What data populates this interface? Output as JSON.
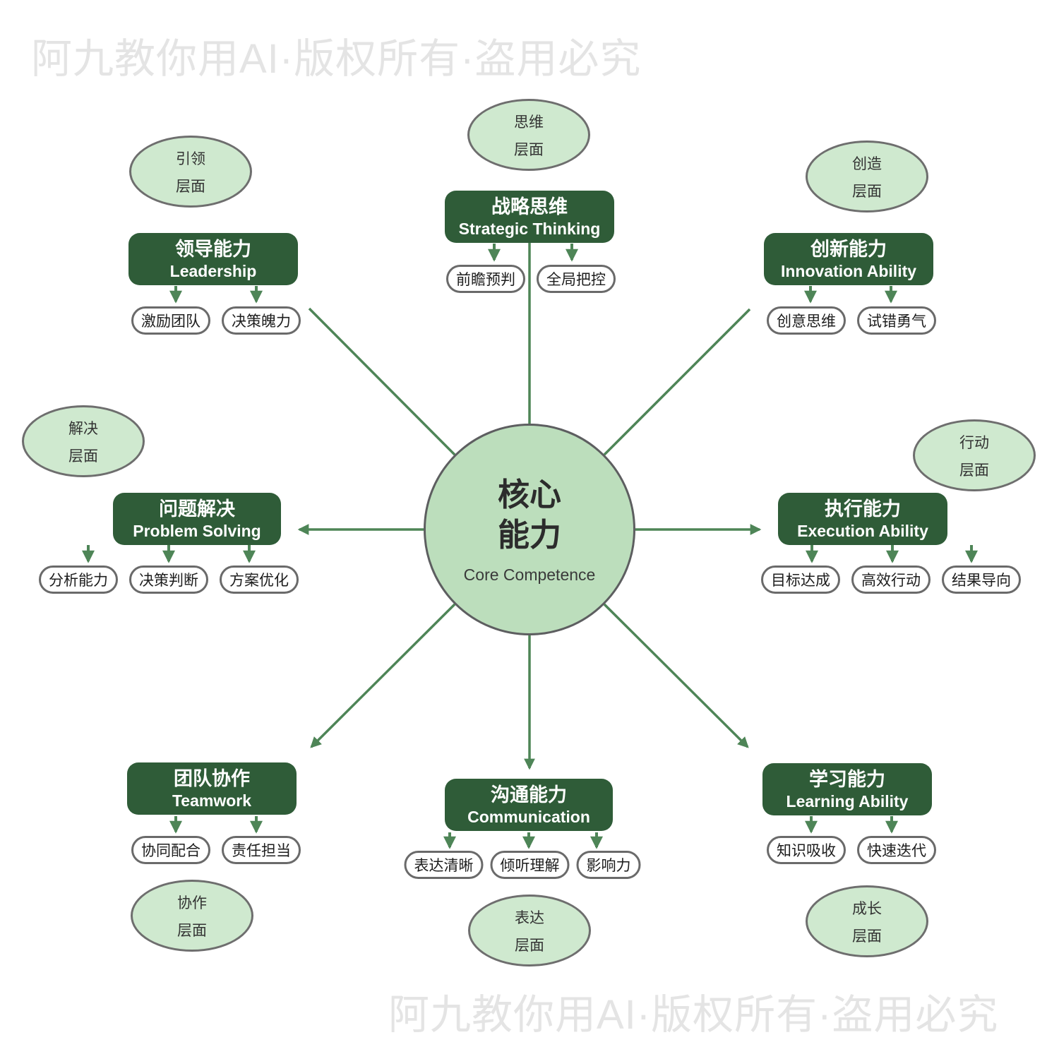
{
  "watermarks": {
    "top": "阿九教你用AI·版权所有·盗用必究",
    "bottom": "阿九教你用AI·版权所有·盗用必究"
  },
  "center": {
    "title_line1": "核心",
    "title_line2": "能力",
    "subtitle": "Core Competence"
  },
  "branches": [
    {
      "title_zh": "领导能力",
      "title_en": "Leadership",
      "layer": {
        "line1": "引领",
        "line2": "层面"
      },
      "children": [
        "激励团队",
        "决策魄力"
      ]
    },
    {
      "title_zh": "战略思维",
      "title_en": "Strategic Thinking",
      "layer": {
        "line1": "思维",
        "line2": "层面"
      },
      "children": [
        "前瞻预判",
        "全局把控"
      ]
    },
    {
      "title_zh": "创新能力",
      "title_en": "Innovation Ability",
      "layer": {
        "line1": "创造",
        "line2": "层面"
      },
      "children": [
        "创意思维",
        "试错勇气"
      ]
    },
    {
      "title_zh": "问题解决",
      "title_en": "Problem Solving",
      "layer": {
        "line1": "解决",
        "line2": "层面"
      },
      "children": [
        "分析能力",
        "决策判断",
        "方案优化"
      ]
    },
    {
      "title_zh": "执行能力",
      "title_en": "Execution Ability",
      "layer": {
        "line1": "行动",
        "line2": "层面"
      },
      "children": [
        "目标达成",
        "高效行动",
        "结果导向"
      ]
    },
    {
      "title_zh": "团队协作",
      "title_en": "Teamwork",
      "layer": {
        "line1": "协作",
        "line2": "层面"
      },
      "children": [
        "协同配合",
        "责任担当"
      ]
    },
    {
      "title_zh": "沟通能力",
      "title_en": "Communication",
      "layer": {
        "line1": "表达",
        "line2": "层面"
      },
      "children": [
        "表达清晰",
        "倾听理解",
        "影响力"
      ]
    },
    {
      "title_zh": "学习能力",
      "title_en": "Learning Ability",
      "layer": {
        "line1": "成长",
        "line2": "层面"
      },
      "children": [
        "知识吸收",
        "快速迭代"
      ]
    }
  ],
  "colors": {
    "branch_green": "#2f5c38",
    "connector_green": "#4e8557",
    "center_fill": "#bcdebc",
    "layer_fill": "#cfe9cf",
    "pill_border": "#6a6a6a",
    "watermark_gray": "#e4e4e4"
  }
}
